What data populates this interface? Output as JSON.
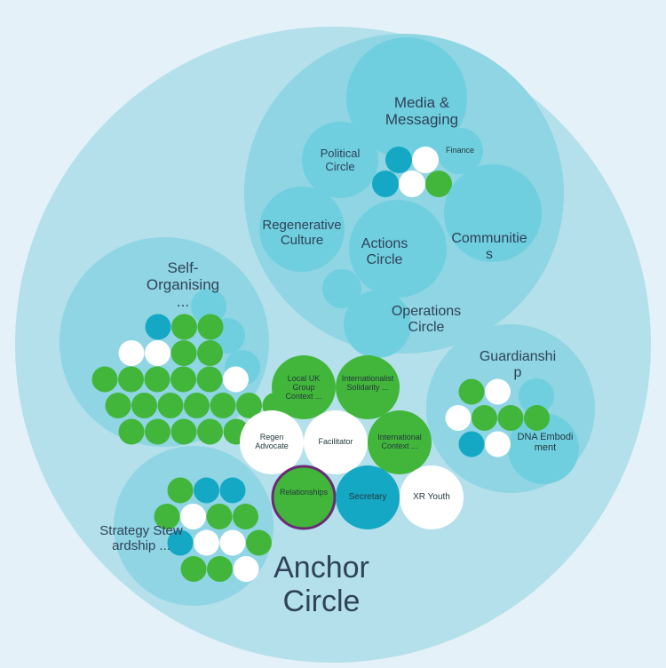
{
  "colors": {
    "background": "#e4f1f8",
    "anchor": "#b3e0ea",
    "sub_circle": "#8fd5e3",
    "inner_circle": "#6fcfdf",
    "role_green": "#42b63a",
    "role_teal": "#14a8c4",
    "role_white": "#ffffff",
    "highlight_ring": "#6a2a75",
    "label_text": "#2f4258"
  },
  "anchor": {
    "label": "Anchor Circle"
  },
  "top_cluster": {
    "media": "Media & Messaging",
    "finance": "Finance",
    "political": "Political Circle",
    "regenerative": "Regenerative Culture",
    "actions": "Actions Circle",
    "communities": "Communities",
    "operations": "Operations Circle"
  },
  "self_organising": {
    "label": "Self-Organising ..."
  },
  "guardianship": {
    "label": "Guardianship",
    "dna": "DNA Embodiment"
  },
  "strategy": {
    "label": "Strategy Stewardship ..."
  },
  "roles": {
    "local_uk": "Local UK Group Context ...",
    "internationalist": "Internationalist Solidarity ...",
    "regen_advocate": "Regen Advocate",
    "facilitator": "Facilitator",
    "international_context": "International Context ...",
    "relationships": "Relationships",
    "secretary": "Secretary",
    "xr_youth": "XR Youth"
  }
}
